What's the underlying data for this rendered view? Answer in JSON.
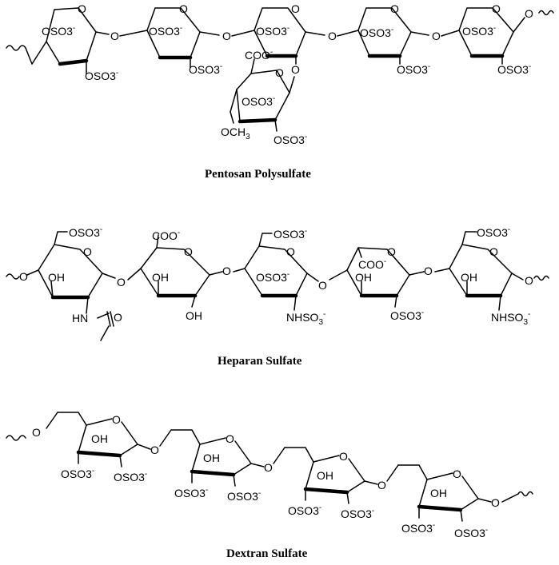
{
  "titles": {
    "pentosan": "Pentosan Polysulfate",
    "heparan": "Heparan Sulfate",
    "dextran": "Dextran Sulfate"
  },
  "labels": {
    "O": "O",
    "OSO3": "OSO3",
    "charge": "-",
    "sub3": "3",
    "OH": "OH",
    "COO": "COO",
    "OCH": "OCH",
    "NHSO": "NHSO",
    "HN": "HN"
  }
}
